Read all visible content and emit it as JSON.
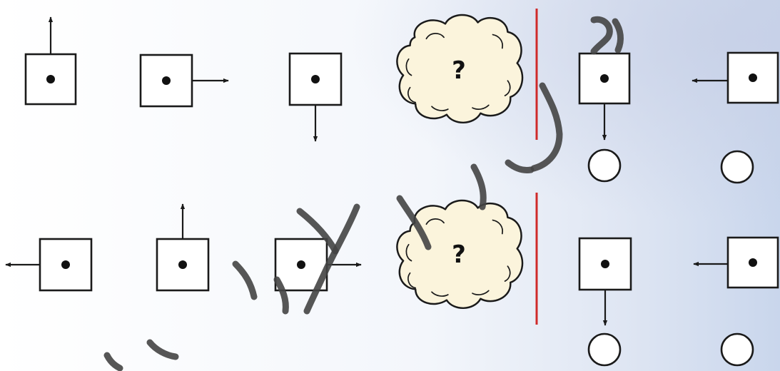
{
  "question_mark": "?",
  "colors": {
    "divider": "#cf2a2a",
    "cloud_fill": "#fbf4dc",
    "background_tint": "#c9d6ec"
  },
  "rows": [
    {
      "sequence": [
        {
          "arrow": "up"
        },
        {
          "arrow": "right"
        },
        {
          "arrow": "down"
        },
        {
          "unknown": true
        }
      ],
      "options": [
        {
          "arrow": "down",
          "circle": true
        },
        {
          "arrow": "left",
          "circle": true
        }
      ]
    },
    {
      "sequence": [
        {
          "arrow": "left"
        },
        {
          "arrow": "up"
        },
        {
          "arrow": "right"
        },
        {
          "unknown": true
        }
      ],
      "options": [
        {
          "arrow": "down",
          "circle": true
        },
        {
          "arrow": "left",
          "circle": true
        }
      ]
    }
  ]
}
